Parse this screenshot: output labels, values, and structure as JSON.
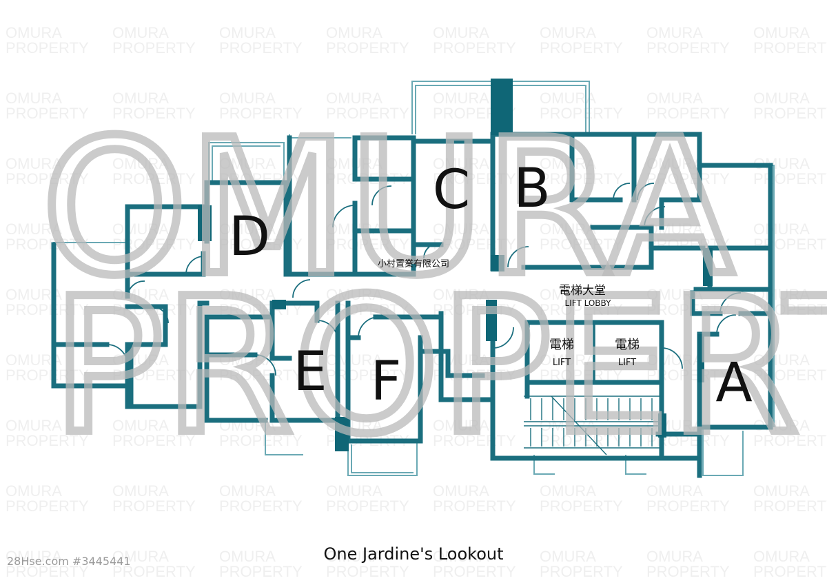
{
  "watermark": {
    "tile_line1": "OMURA",
    "tile_line2": "PROPERTY",
    "large_line1": "OMURA",
    "large_line2": "PROPERTY",
    "agency_cn": "小村置業有限公司"
  },
  "units": {
    "a": "A",
    "b": "B",
    "c": "C",
    "d": "D",
    "e": "E",
    "f": "F"
  },
  "lift_lobby": {
    "cn": "電梯大堂",
    "en": "LIFT LOBBY"
  },
  "lifts": [
    {
      "cn": "電梯",
      "en": "LIFT"
    },
    {
      "cn": "電梯",
      "en": "LIFT"
    }
  ],
  "caption": "One Jardine's Lookout",
  "listing_id": "28Hse.com #3445441",
  "colors": {
    "wall": "#1a6e7e",
    "watermark": "#b9b9b9"
  }
}
